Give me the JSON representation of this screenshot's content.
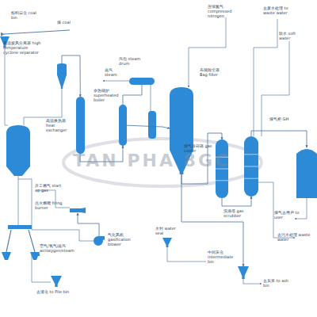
{
  "diagram": {
    "nodes": [
      {
        "text": [
          "粉料日仓 coal bin"
        ]
      },
      {
        "text": [
          "高温旋风分离器 high temperature cyclone separator"
        ]
      },
      {
        "text": [
          "汽包 steam drum"
        ]
      },
      {
        "text": [
          "高温换热器 heat exchanger"
        ]
      },
      {
        "text": [
          "余热锅炉 superheated boiler"
        ]
      },
      {
        "text": [
          "布袋除尘器 Bag filter"
        ]
      },
      {
        "text": [
          "煤气柜 GH"
        ]
      },
      {
        "text": [
          "煤气冷却器 gas cooler"
        ]
      },
      {
        "text": [
          "洗涤塔 gas scrubber"
        ]
      },
      {
        "text": [
          "点火燃嘴 firing burner"
        ]
      },
      {
        "text": [
          "气化风机 gasification blower"
        ]
      },
      {
        "text": [
          "水封 water seal"
        ]
      },
      {
        "text": [
          "中间灰仓 intermediate bin"
        ]
      },
      {
        "text": [
          "去渣仓 to Pile bin"
        ]
      }
    ],
    "edges": [
      {
        "from": 1,
        "to": 3,
        "arrow": "to"
      },
      {
        "from": 3,
        "to": 4,
        "arrow": "to"
      },
      {
        "from": 2,
        "to": 4,
        "arrow": "none"
      },
      {
        "from": 4,
        "to": 5,
        "arrow": "to"
      },
      {
        "from": 5,
        "to": 7,
        "arrow": "to"
      },
      {
        "from": 7,
        "to": 8,
        "arrow": "to"
      },
      {
        "from": 8,
        "to": 6,
        "arrow": "to"
      },
      {
        "from": 5,
        "to": 12,
        "arrow": "to"
      },
      {
        "from": 10,
        "to": 9,
        "arrow": "to"
      }
    ],
    "labels": [
      "煤 coal",
      "蒸汽 steam",
      "压缩氮气 compressed nitrogen",
      "去废水处理 to waste water",
      "开工燃气 start up gas",
      "空气/氧气/蒸汽 air/oxygen/steam",
      "煤气去用户 to user",
      "去污水处理 waste water",
      "去灰库 to ash bin",
      "TAN PHA 8GC",
      "软水 soft water"
    ]
  }
}
